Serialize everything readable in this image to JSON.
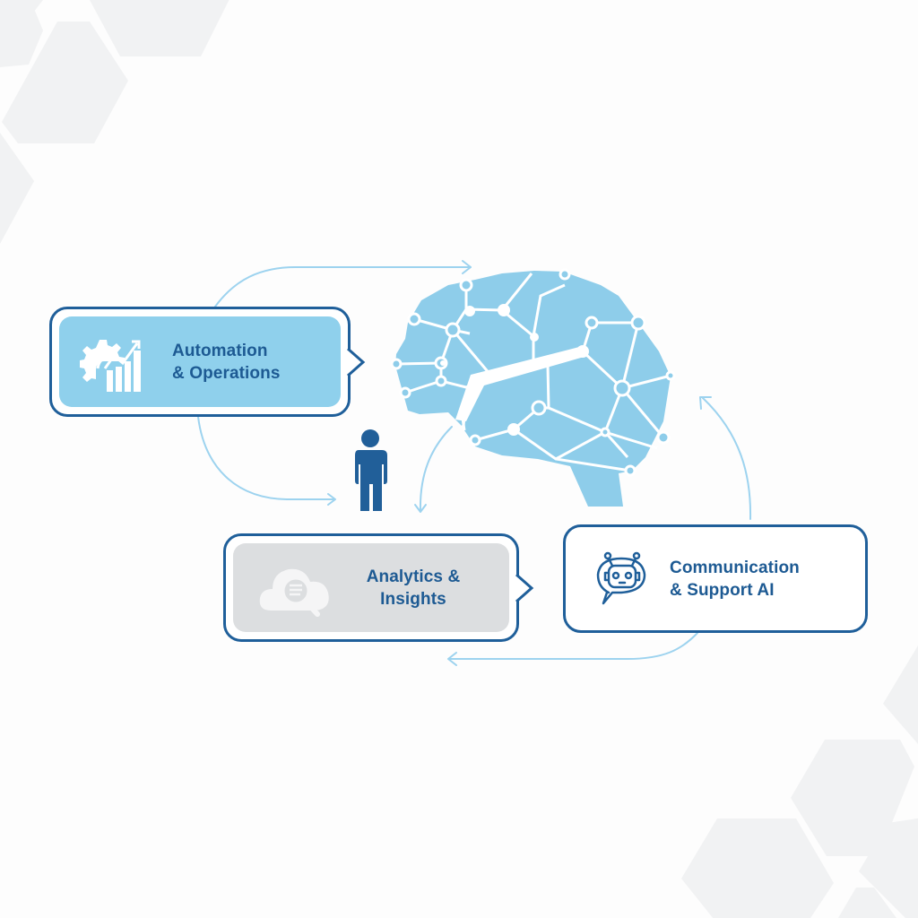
{
  "diagram": {
    "colors": {
      "primary_dark": "#1f5f9a",
      "text_blue": "#1d5a93",
      "light_blue": "#8ecdea",
      "connector_blue": "#9dd3ef",
      "gray_fill": "#dcdee0",
      "hexagon_gray": "#f1f2f3",
      "person_blue": "#215f99"
    },
    "center": {
      "icon": "brain-network-icon",
      "person_icon": "person-icon"
    },
    "nodes": [
      {
        "id": "automation",
        "line1": "Automation",
        "line2": "& Operations",
        "icon": "gear-chart-icon",
        "fill": "light-blue"
      },
      {
        "id": "analytics",
        "line1": "Analytics &",
        "line2": "Insights",
        "icon": "cloud-search-icon",
        "fill": "gray"
      },
      {
        "id": "communication",
        "line1": "Communication",
        "line2": "& Support AI",
        "icon": "chatbot-icon",
        "fill": "white"
      }
    ],
    "connectors": [
      {
        "from": "automation",
        "to": "brain",
        "direction": "right"
      },
      {
        "from": "automation",
        "to": "person",
        "direction": "right"
      },
      {
        "from": "brain",
        "to": "analytics",
        "direction": "down"
      },
      {
        "from": "communication",
        "to": "brain",
        "direction": "up"
      },
      {
        "from": "communication",
        "to": "analytics",
        "direction": "left"
      }
    ]
  }
}
